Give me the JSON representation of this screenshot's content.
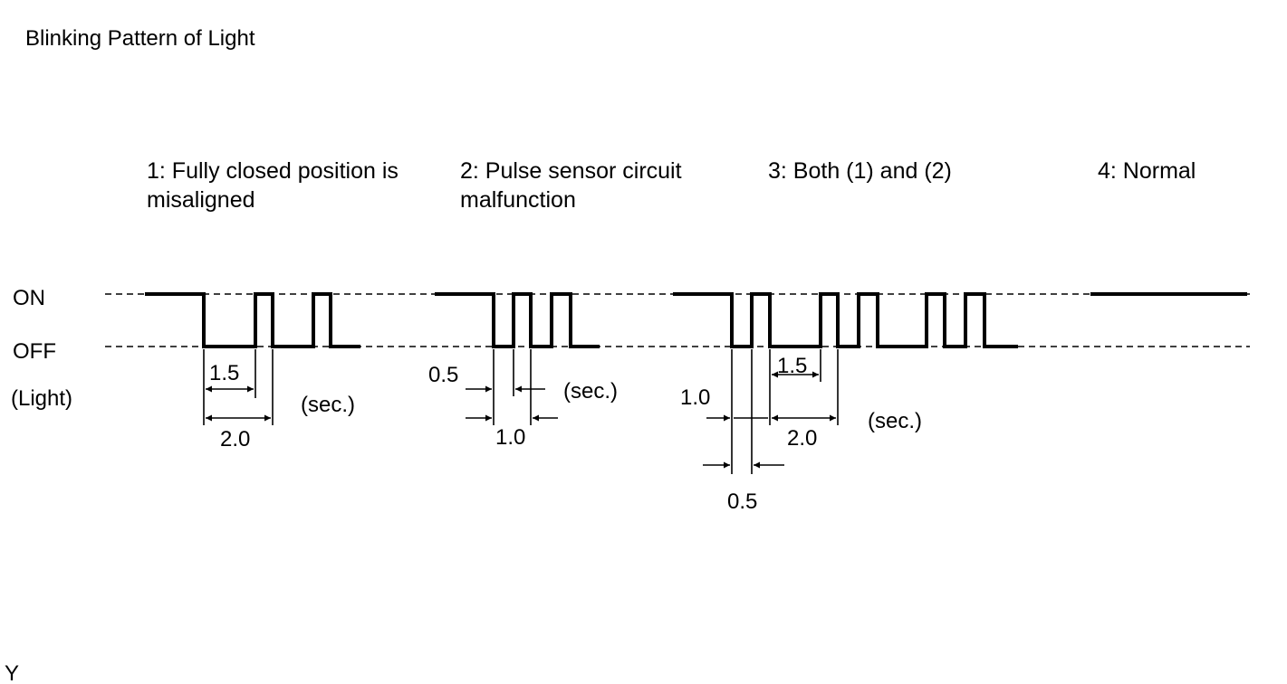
{
  "title": "Blinking Pattern of Light",
  "corner_label": "Y",
  "axis": {
    "on_label": "ON",
    "off_label": "OFF",
    "light_label": "(Light)"
  },
  "patterns": [
    {
      "id": 1,
      "caption_line1": "1: Fully closed position is",
      "caption_line2": "misaligned",
      "unit": "(sec.)",
      "dim_a": "1.5",
      "dim_b": "2.0"
    },
    {
      "id": 2,
      "caption_line1": "2: Pulse sensor circuit",
      "caption_line2": "malfunction",
      "unit": "(sec.)",
      "dim_a": "0.5",
      "dim_b": "1.0"
    },
    {
      "id": 3,
      "caption_line1": "3: Both (1) and (2)",
      "unit": "(sec.)",
      "dim_a": "1.5",
      "dim_b": "2.0",
      "dim_c": "1.0",
      "dim_d": "0.5"
    },
    {
      "id": 4,
      "caption_line1": "4: Normal"
    }
  ]
}
